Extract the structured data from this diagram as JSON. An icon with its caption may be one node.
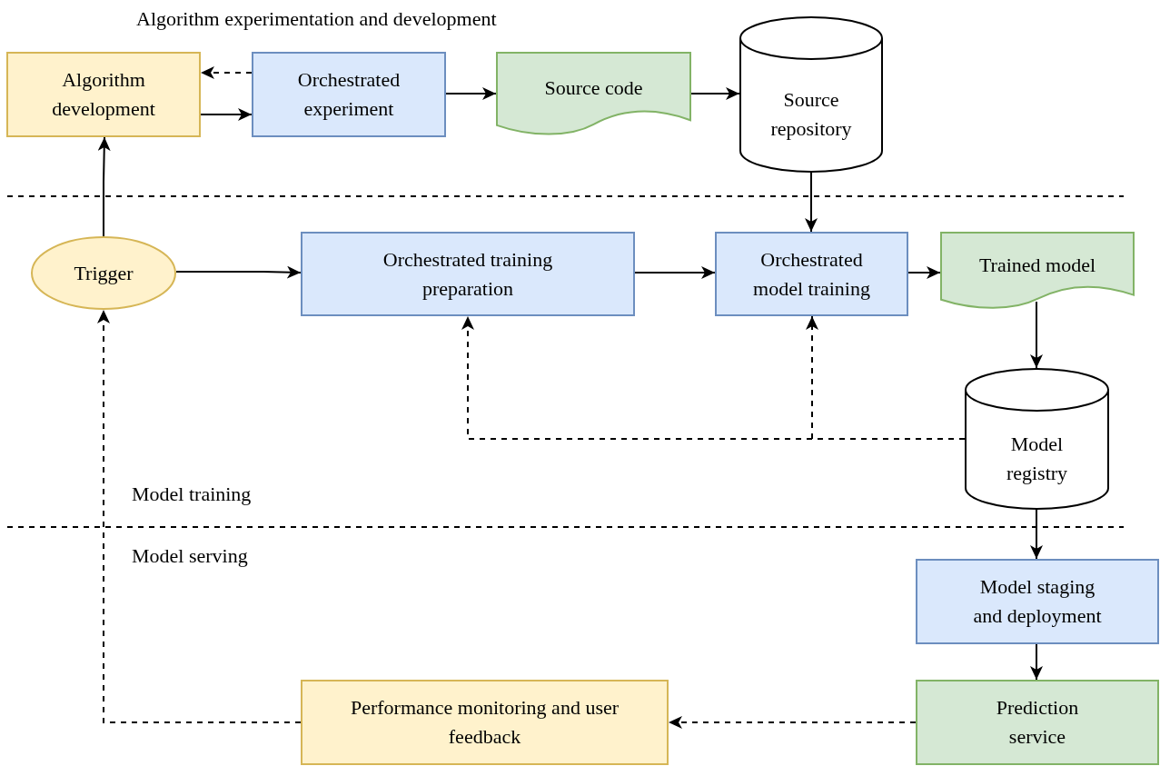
{
  "diagram": {
    "nodes": [
      {
        "text": [
          "Algorithm development"
        ]
      },
      {
        "text": [
          "Orchestrated experiment"
        ]
      },
      {
        "text": [
          "Source code"
        ]
      },
      {
        "text": [
          "Source repository"
        ]
      },
      {
        "text": [
          "Trigger"
        ]
      },
      {
        "text": [
          "Orchestrated training preparation"
        ]
      },
      {
        "text": [
          "Orchestrated model training"
        ]
      },
      {
        "text": [
          "Trained model"
        ]
      },
      {
        "text": [
          "Model registry"
        ]
      },
      {
        "text": [
          "Model staging and deployment"
        ]
      },
      {
        "text": [
          "Prediction service"
        ]
      },
      {
        "text": [
          "Performance monitoring and user feedback"
        ]
      }
    ],
    "edges": [
      {
        "from": 1,
        "to": 0,
        "arrow": "to",
        "style": "dashed"
      },
      {
        "from": 0,
        "to": 1,
        "arrow": "to"
      },
      {
        "from": 1,
        "to": 2,
        "arrow": "to"
      },
      {
        "from": 2,
        "to": 3,
        "arrow": "to"
      },
      {
        "from": 4,
        "to": 0,
        "arrow": "to"
      },
      {
        "from": 4,
        "to": 5,
        "arrow": "to"
      },
      {
        "from": 3,
        "to": 6,
        "arrow": "to"
      },
      {
        "from": 5,
        "to": 6,
        "arrow": "to"
      },
      {
        "from": 6,
        "to": 7,
        "arrow": "to"
      },
      {
        "from": 7,
        "to": 8,
        "arrow": "to"
      },
      {
        "from": 8,
        "to": 5,
        "arrow": "to",
        "style": "dashed"
      },
      {
        "from": 8,
        "to": 6,
        "arrow": "to",
        "style": "dashed"
      },
      {
        "from": 8,
        "to": 9,
        "arrow": "to"
      },
      {
        "from": 9,
        "to": 10,
        "arrow": "to"
      },
      {
        "from": 10,
        "to": 11,
        "arrow": "to",
        "style": "dashed"
      },
      {
        "from": 11,
        "to": 4,
        "arrow": "to",
        "style": "dashed"
      }
    ],
    "labels": [
      "Algorithm experimentation and development",
      "Model training",
      "Model serving"
    ]
  }
}
